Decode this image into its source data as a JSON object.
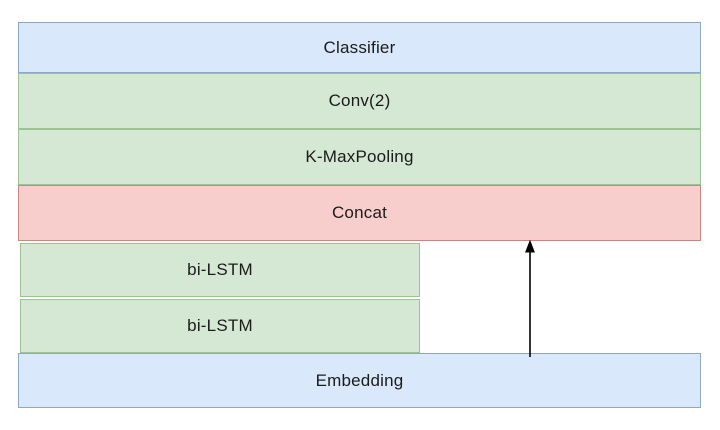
{
  "diagram": {
    "title": "text classification network architecture",
    "layers": {
      "classifier": {
        "label": "Classifier"
      },
      "conv": {
        "label": "Conv(2)"
      },
      "kmaxpooling": {
        "label": "K-MaxPooling"
      },
      "concat": {
        "label": "Concat"
      },
      "bilstm_top": {
        "label": "bi-LSTM"
      },
      "bilstm_bottom": {
        "label": "bi-LSTM"
      },
      "embedding": {
        "label": "Embedding"
      }
    },
    "connections": [
      {
        "from": "embedding",
        "to": "concat",
        "style": "arrow-up"
      }
    ],
    "colors": {
      "blue_fill": "#dae8fc",
      "blue_stroke": "#8fa7c7",
      "green_fill": "#d5e8d4",
      "green_stroke": "#9dc295",
      "red_fill": "#f8cecc",
      "red_stroke": "#c58985",
      "arrow": "#000000",
      "text": "#1b1b1b",
      "background": "#ffffff"
    }
  }
}
